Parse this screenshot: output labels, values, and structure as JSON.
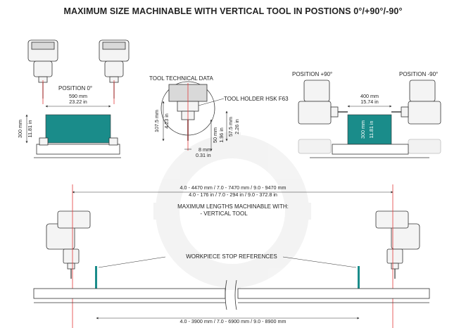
{
  "title": "MAXIMUM SIZE MACHINABLE WITH VERTICAL TOOL IN POSTIONS 0°/+90°/-90°",
  "pos0": {
    "label": "POSITION 0°",
    "width_mm": "590 mm",
    "width_in": "23.22 in",
    "height_mm": "300 mm",
    "height_in": "11.81 in"
  },
  "tool": {
    "title": "TOOL TECHNICAL DATA",
    "holder": "TOOL HOLDER HSK F63",
    "len1_mm": "107.5 mm",
    "len1_in": "4.23 in",
    "len2_mm": "57.5 mm",
    "len2_in": "2.26 in",
    "len3_mm": "50 mm",
    "len3_in": "1.96 in",
    "dia_mm": "8 mm",
    "dia_in": "0.31 in"
  },
  "pos90": {
    "label_plus": "POSITION +90°",
    "label_minus": "POSITION -90°",
    "width_mm": "400 mm",
    "width_in": "15.74 in",
    "height_mm": "300 mm",
    "height_in": "11.81 in"
  },
  "lengths": {
    "top_mm": "4.0 - 4470 mm / 7.0 - 7470 mm / 9.0 - 9470 mm",
    "top_in": "4.0 - 176 in / 7.0 - 294 in / 9.0 - 372.8 in",
    "caption_1": "MAXIMUM LENGTHS MACHINABLE WITH:",
    "caption_2": "- VERTICAL TOOL",
    "stop_label": "WORKPIECE STOP REFERENCES",
    "bottom_mm": "4.0 - 3900 mm / 7.0 - 6900 mm / 9.0 - 8900 mm"
  },
  "colors": {
    "workpiece": "#1a8c8a",
    "centerline": "#e23b3b"
  }
}
